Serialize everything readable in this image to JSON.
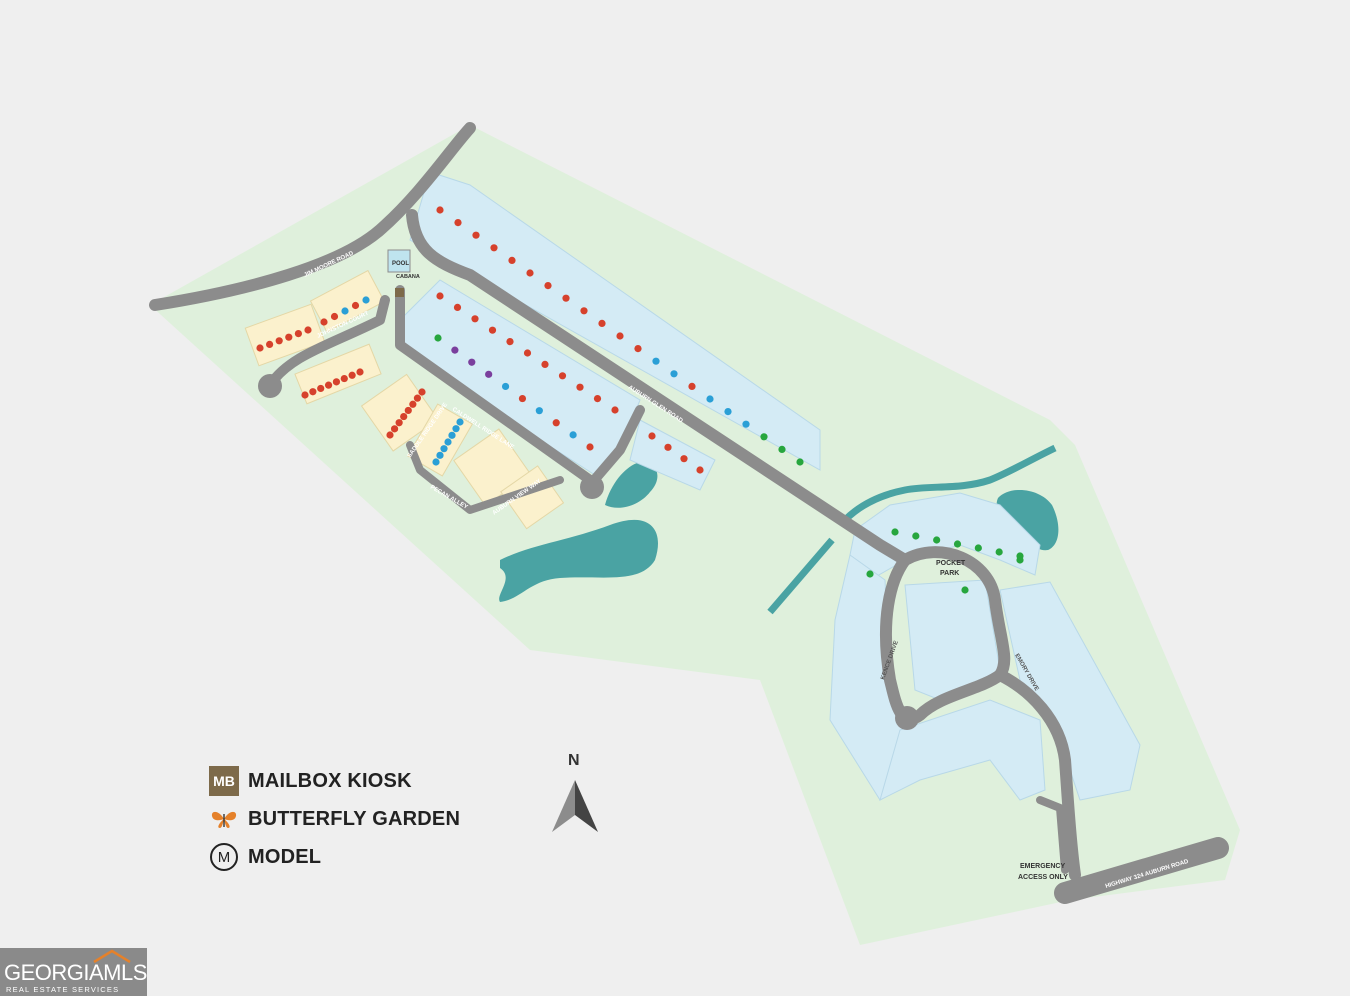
{
  "roads": {
    "jim_moore": "JIM MOORE ROAD",
    "johnston": "JOHNSTON COURT",
    "auburn_glen": "AUBURN GLEN ROAD",
    "caldwell": "CALDWELL RIDGE LANE",
    "saddle_ridge": "SADDLE RIDGE DRIVE",
    "pecan": "PECAN ALLEY",
    "auburn_view": "AUBURN VIEW WAY",
    "hwy": "HIGHWAY 324 AUBURN ROAD",
    "loop_a": "KENCE DRIVE",
    "loop_b": "EMORY DRIVE"
  },
  "amenities": {
    "pool": "POOL",
    "cabana": "CABANA",
    "pocket_park_1": "POCKET",
    "pocket_park_2": "PARK",
    "emergency_1": "EMERGENCY",
    "emergency_2": "ACCESS ONLY"
  },
  "compass": {
    "label": "N"
  },
  "legend": {
    "mailbox_badge": "MB",
    "mailbox_label": "MAILBOX KIOSK",
    "butterfly_label": "BUTTERFLY GARDEN",
    "model_badge": "M",
    "model_label": "MODEL"
  },
  "watermark": {
    "brand": "GEORGIAMLS",
    "sub": "REAL ESTATE SERVICES"
  },
  "colors": {
    "background": "#efefef",
    "greenspace": "#dff0dc",
    "road": "#8c8c8c",
    "water": "#4aa3a3",
    "lot_blue": "#d4ebf5",
    "lot_yellow": "#fbf1cd",
    "dot_red": "#d6412c",
    "dot_blue": "#2a9fd6",
    "dot_green": "#27a63e",
    "dot_purple": "#7a3f9d",
    "mailbox": "#7d6a4a",
    "butterfly": "#e5812a"
  },
  "icons": [
    "mailbox-kiosk-icon",
    "butterfly-icon",
    "model-icon",
    "north-arrow-icon"
  ]
}
